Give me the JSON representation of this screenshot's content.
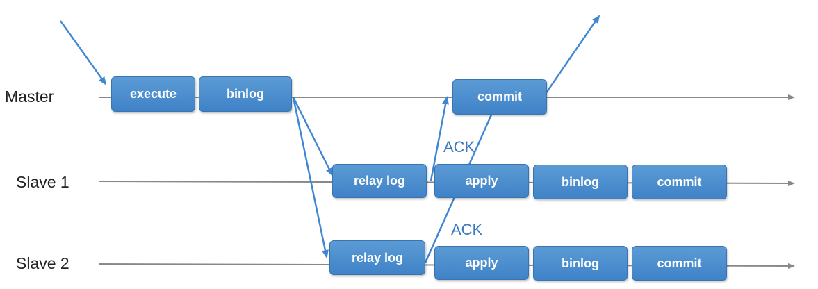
{
  "rows": {
    "master": "Master",
    "slave1": "Slave 1",
    "slave2": "Slave 2"
  },
  "master_steps": {
    "execute": "execute",
    "binlog": "binlog",
    "commit": "commit"
  },
  "slave1_steps": {
    "relay_log": "relay log",
    "apply": "apply",
    "binlog": "binlog",
    "commit": "commit"
  },
  "slave2_steps": {
    "relay_log": "relay log",
    "apply": "apply",
    "binlog": "binlog",
    "commit": "commit"
  },
  "ack_labels": [
    "ACK",
    "ACK"
  ],
  "colors": {
    "box_fill": "#4a8ccf",
    "box_border": "#3a74b0",
    "arrow": "#3f87d3",
    "timeline": "#888888"
  }
}
